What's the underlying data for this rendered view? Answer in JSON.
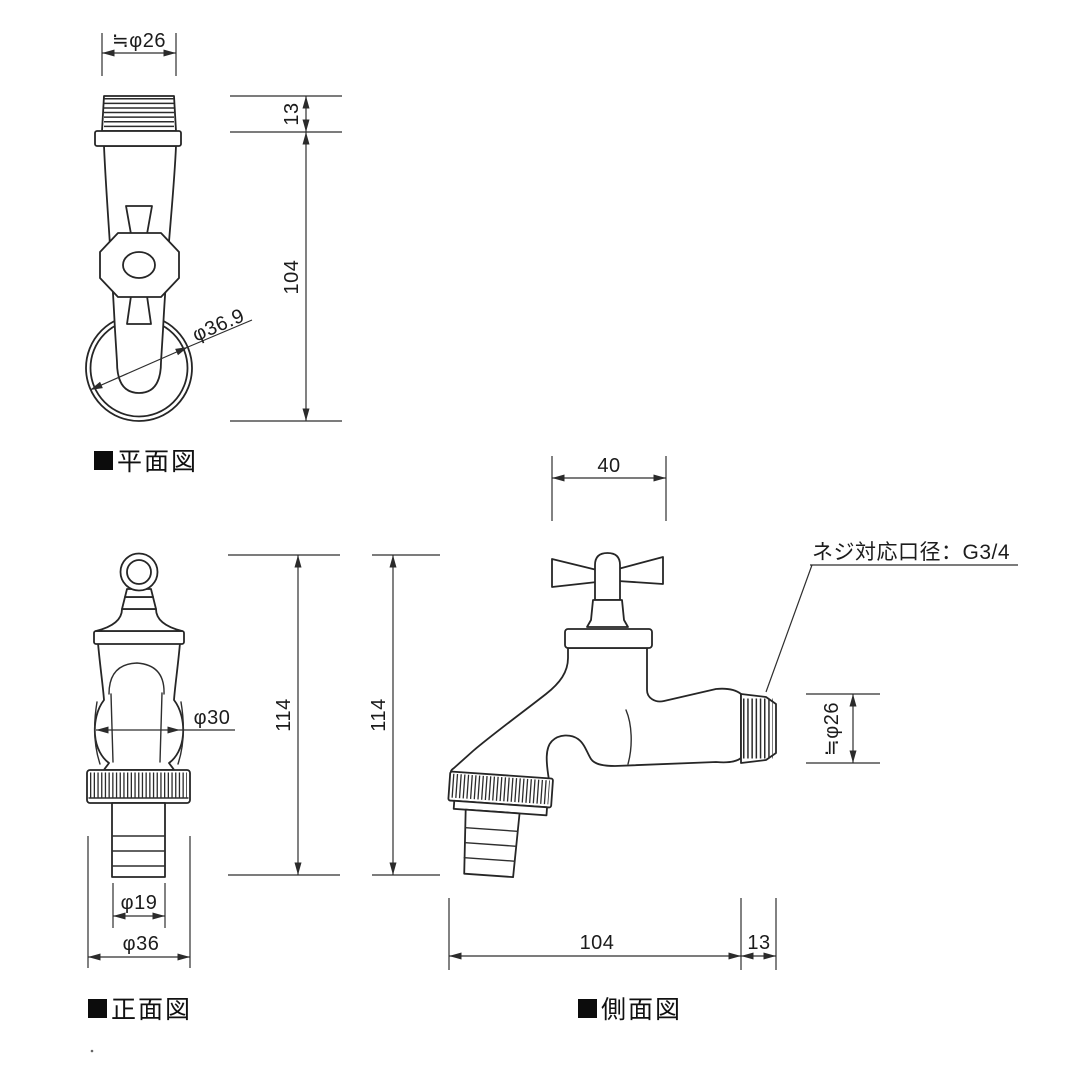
{
  "page": {
    "background": "#ffffff",
    "line_color": "#262626"
  },
  "plan": {
    "bullet": "■",
    "label": "平面図",
    "dim_thread_diameter": "≒φ26",
    "dim_thread_length": "13",
    "dim_body_length": "104",
    "dim_spout_diameter": "φ36.9"
  },
  "front": {
    "bullet": "■",
    "label": "正面図",
    "dim_overall_height": "114",
    "dim_body_diameter": "φ30",
    "dim_nipple_diameter": "φ19",
    "dim_capnut_diameter": "φ36"
  },
  "side": {
    "bullet": "■",
    "label": "側面図",
    "dim_overall_height": "114",
    "dim_handle_width": "40",
    "dim_body_length": "104",
    "dim_thread_length": "13",
    "dim_thread_diameter": "≒φ26",
    "thread_note": "ネジ対応口径：G3/4"
  }
}
